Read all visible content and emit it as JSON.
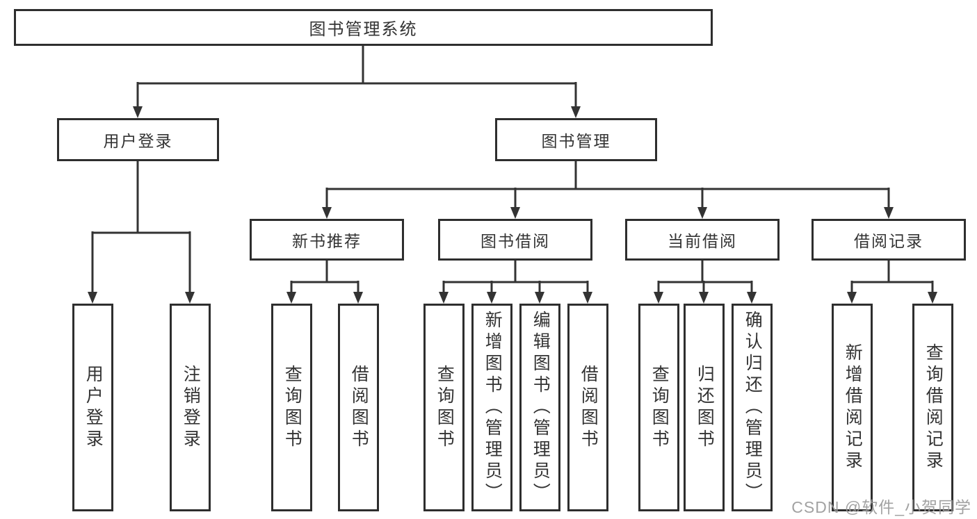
{
  "diagram": {
    "title_node": "图书管理系统",
    "tree": {
      "root": {
        "label": "图书管理系统"
      },
      "level2": [
        {
          "label": "用户登录",
          "children": [
            "用户登录",
            "注销登录"
          ]
        },
        {
          "label": "图书管理",
          "children": [
            {
              "label": "新书推荐",
              "children": [
                "查询图书",
                "借阅图书"
              ]
            },
            {
              "label": "图书借阅",
              "children": [
                "查询图书",
                "新增图书（管理员）",
                "编辑图书（管理员）",
                "借阅图书"
              ]
            },
            {
              "label": "当前借阅",
              "children": [
                "查询图书",
                "归还图书",
                "确认归还（管理员）"
              ]
            },
            {
              "label": "借阅记录",
              "children": [
                "新增借阅记录",
                "查询借阅记录"
              ]
            }
          ]
        }
      ]
    },
    "colors": {
      "line": "#333333",
      "box_border": "#2e2e2e",
      "text": "#333333",
      "watermark": "#9a9a9a",
      "background": "#ffffff"
    }
  },
  "watermark": {
    "text": "CSDN @软件_小贺同学"
  }
}
